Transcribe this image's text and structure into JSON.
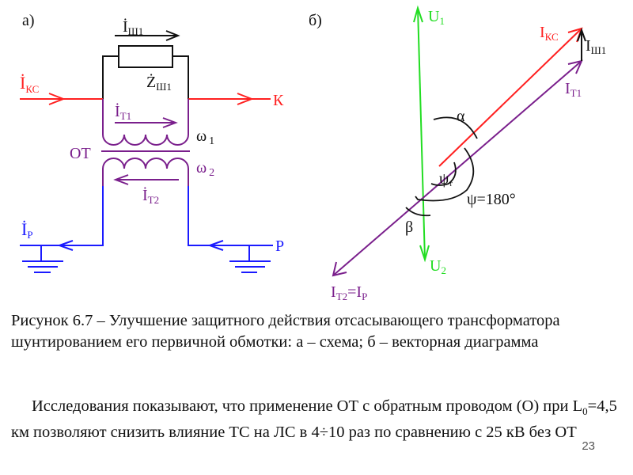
{
  "diagram_a": {
    "label": "а)",
    "i_sh1": {
      "main": "İ",
      "sub": "Ш1"
    },
    "z_sh1": {
      "main": "Ż",
      "sub": "Ш1"
    },
    "i_kc": {
      "main": "İ",
      "sub": "КС"
    },
    "k": "К",
    "i_t1": {
      "main": "İ",
      "sub": "Т1"
    },
    "w1": {
      "main": "ω",
      "sub": "1"
    },
    "ot": "ОТ",
    "w2": {
      "main": "ω",
      "sub": "2"
    },
    "i_t2": {
      "main": "İ",
      "sub": "Т2"
    },
    "i_p": {
      "main": "İ",
      "sub": "Р"
    },
    "p": "Р"
  },
  "diagram_b": {
    "label": "б)",
    "u1": {
      "main": "U",
      "sub": "1"
    },
    "u2": {
      "main": "U",
      "sub": "2"
    },
    "i_kc": {
      "main": "I",
      "sub": "КС"
    },
    "i_sh1": {
      "main": "I",
      "sub": "Ш1"
    },
    "i_t1": {
      "main": "I",
      "sub": "Т1"
    },
    "i_t2_ip": {
      "a": "I",
      "a_sub": "Т2",
      "eq": "=I",
      "b_sub": "Р"
    },
    "alpha": "α",
    "beta": "β",
    "psi_t": {
      "main": "ψ",
      "sub": "т"
    },
    "psi": "ψ=180°"
  },
  "colors": {
    "red": "#ff2020",
    "purple": "#7a1f8c",
    "blue": "#1a1aff",
    "green": "#22dd22",
    "black": "#111111"
  },
  "caption": "Рисунок 6.7 – Улучшение защитного действия отсасывающего трансформатора шунтированием его первичной обмотки: а – схема; б – векторная диаграмма",
  "paragraph": {
    "before": "Исследования показывают, что применение ОТ с обратным проводом (О) при L",
    "sub": "0",
    "after": "=4,5 км позволяют снизить влияние ТС на ЛС в 4÷10 раз по сравнению с 25 кВ без ОТ"
  },
  "page_number": "23"
}
